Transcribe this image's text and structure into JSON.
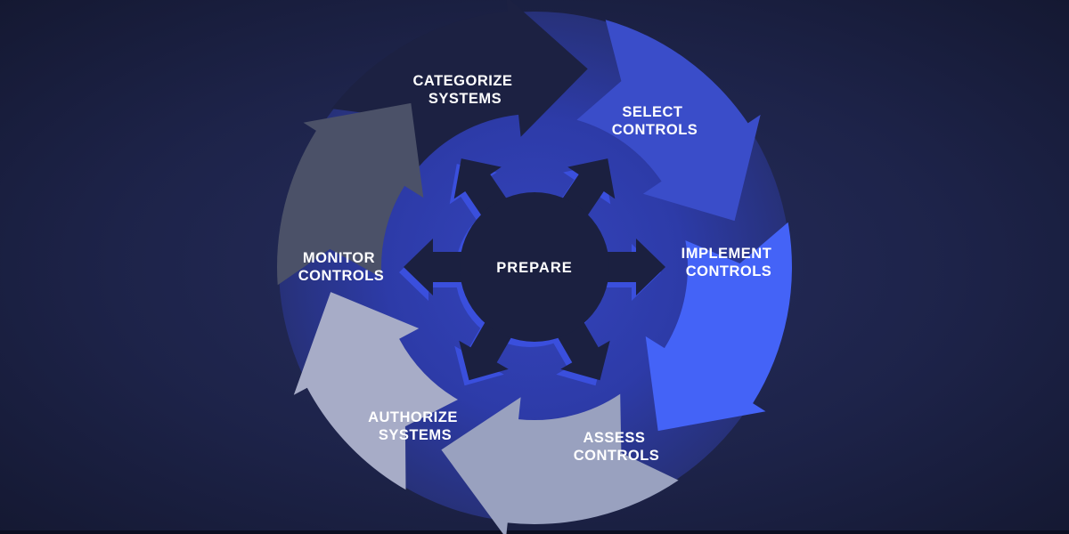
{
  "diagram": {
    "center": {
      "label": "PREPARE"
    },
    "segments": [
      {
        "id": "categorize-systems",
        "line1": "CATEGORIZE",
        "line2": "SYSTEMS",
        "color": "#1c2142"
      },
      {
        "id": "select-controls",
        "line1": "SELECT",
        "line2": "CONTROLS",
        "color": "#3a4dc9"
      },
      {
        "id": "implement-controls",
        "line1": "IMPLEMENT",
        "line2": "CONTROLS",
        "color": "#4463f7"
      },
      {
        "id": "assess-controls",
        "line1": "ASSESS",
        "line2": "CONTROLS",
        "color": "#99a1bf"
      },
      {
        "id": "authorize-systems",
        "line1": "AUTHORIZE",
        "line2": "SYSTEMS",
        "color": "#a7acc7"
      },
      {
        "id": "monitor-controls",
        "line1": "MONITOR",
        "line2": "CONTROLS",
        "color": "#4b5168"
      }
    ],
    "colors": {
      "bg_center": "#262d5e",
      "bg_mid": "#1d2349",
      "bg_edge": "#141831",
      "disc_center": "#3444bc",
      "disc_mid": "#2d3ba8",
      "disc_edge": "#273179",
      "hub": "#1b2040",
      "hub_shadow": "#3a4fdd",
      "label_text": "#ffffff",
      "bottom_bar": "#0c0f22"
    }
  }
}
